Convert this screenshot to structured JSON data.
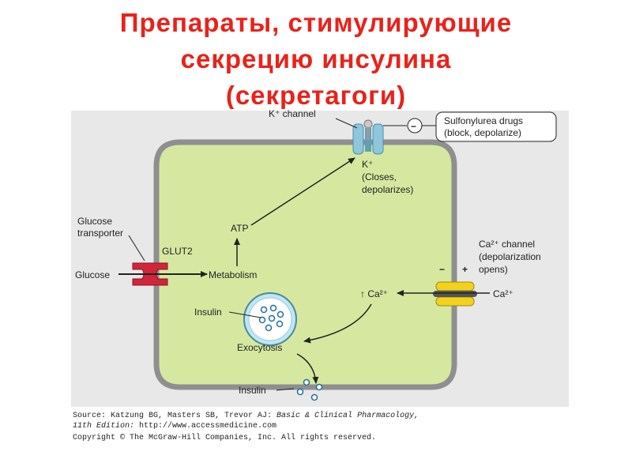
{
  "title": {
    "line1": "Препараты, стимулирующие",
    "line2": "секрецию инсулина",
    "line3": "(секретагоги)"
  },
  "diagram": {
    "k_channel": "K⁺ channel",
    "sulfonylurea_line1": "Sulfonylurea drugs",
    "sulfonylurea_line2": "(block, depolarize)",
    "minus_sign": "−",
    "k_plus": "K⁺",
    "k_closes_line1": "(Closes,",
    "k_closes_line2": "depolarizes)",
    "atp": "ATP",
    "glucose_transporter_line1": "Glucose",
    "glucose_transporter_line2": "transporter",
    "glut2": "GLUT2",
    "glucose": "Glucose",
    "metabolism": "Metabolism",
    "ca_channel_line1": "Ca²⁺ channel",
    "ca_channel_line2": "(depolarization",
    "ca_channel_line3": "opens)",
    "ca_minus": "−",
    "ca_plus": "+",
    "ca_outside": "Ca²⁺",
    "ca_inside": "↑ Ca²⁺",
    "insulin_vesicle": "Insulin",
    "exocytosis": "Exocytosis",
    "insulin_released": "Insulin"
  },
  "source": {
    "line1_prefix": "Source: Katzung BG, Masters SB, Trevor AJ: ",
    "line1_italic": "Basic & Clinical Pharmacology,",
    "line2_italic": "11th Edition:",
    "line2_rest": " http://www.accessmedicine.com",
    "line3": "Copyright © The McGraw-Hill Companies, Inc. All rights reserved."
  },
  "colors": {
    "title": "#e8221a",
    "cell_fill": "#d6e8a0",
    "cell_border": "#8f8f8f",
    "outer_bg": "#e8e8e8",
    "transporter": "#d0253a",
    "ca_channel": "#f2d21d",
    "k_channel": "#8ec6dd",
    "vesicle": "#bfe6f2"
  }
}
